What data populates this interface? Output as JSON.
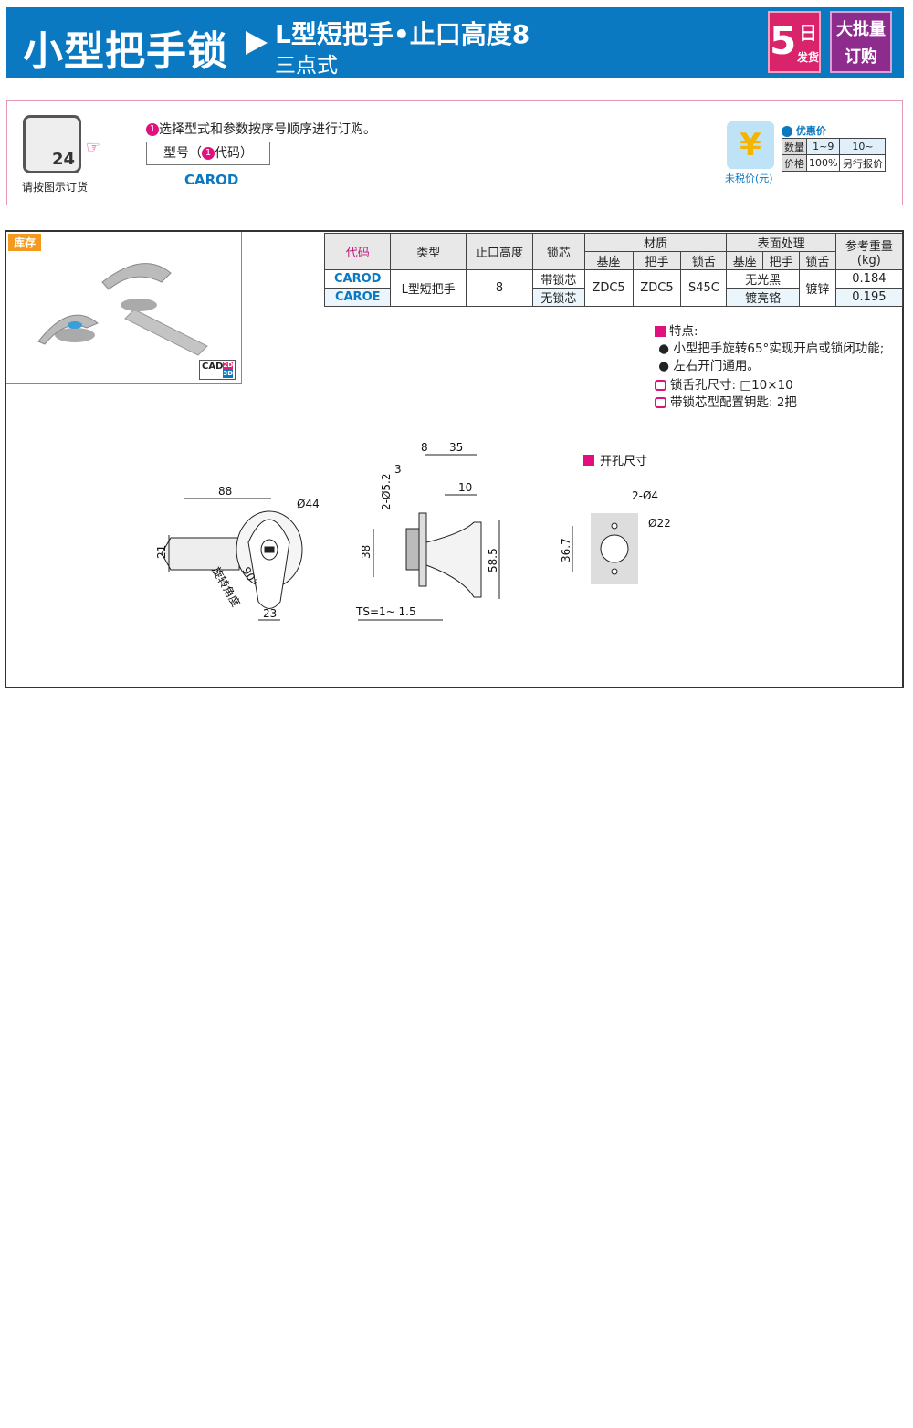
{
  "header": {
    "title": "小型把手锁",
    "subtitle": "L型短把手•止口高度8",
    "subtitle2": "三点式",
    "badge_days_num": "5",
    "badge_days_text1": "日",
    "badge_days_text2": "发货",
    "badge_bulk_line1": "大批量",
    "badge_bulk_line2": "订购"
  },
  "order": {
    "icon_label": "请按图示订货",
    "step_num": "1",
    "instruction": "选择型式和参数按序号顺序进行订购。",
    "model_label": "型号（",
    "model_code_label": "代码）",
    "example_code": "CAROD",
    "price_label": "未税价(元)",
    "discount_title": "优惠价",
    "discount_table": {
      "row1": [
        "数量",
        "1~9",
        "10~"
      ],
      "row2": [
        "价格",
        "100%",
        "另行报价"
      ]
    }
  },
  "product": {
    "stock_badge": "库存",
    "cad_label": "CAD",
    "cad_2d": "2D",
    "cad_3d": "3D"
  },
  "spec_table": {
    "headers": {
      "code": "代码",
      "type": "类型",
      "stop_height": "止口高度",
      "lock_core": "锁芯",
      "material": "材质",
      "surface": "表面处理",
      "weight": "参考重量",
      "weight_unit": "(kg)",
      "base": "基座",
      "handle": "把手",
      "tongue": "锁舌"
    },
    "type": "L型短把手",
    "stop_height": "8",
    "mat_base": "ZDC5",
    "mat_handle": "ZDC5",
    "mat_tongue": "S45C",
    "surf_tongue": "镀锌",
    "rows": [
      {
        "code": "CAROD",
        "core": "带锁芯",
        "surf": "无光黑",
        "weight": "0.184"
      },
      {
        "code": "CAROE",
        "core": "无锁芯",
        "surf": "镀亮铬",
        "weight": "0.195"
      }
    ]
  },
  "features": {
    "title": "特点:",
    "items": [
      "小型把手旋转65°实现开启或锁闭功能;",
      "左右开门通用。"
    ],
    "note1": "锁舌孔尺寸: □10×10",
    "note2": "带锁芯型配置钥匙: 2把"
  },
  "drawing": {
    "front": {
      "d88": "88",
      "d44": "Ø44",
      "d21": "21",
      "d90": "90°",
      "rot": "旋转角度",
      "d23": "23"
    },
    "side": {
      "d8": "8",
      "d35": "35",
      "d3": "3",
      "d52": "2-Ø5.2",
      "d10": "10",
      "d38": "38",
      "d585": "58.5",
      "ts": "TS=1~ 1.5"
    },
    "hole": {
      "title": "开孔尺寸",
      "d4": "2-Ø4",
      "d22": "Ø22",
      "d367": "36.7"
    }
  }
}
